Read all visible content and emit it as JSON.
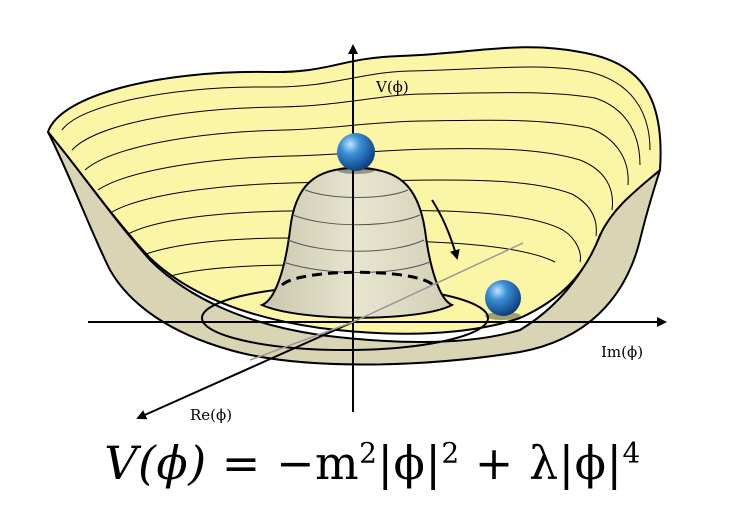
{
  "labels": {
    "v_axis": "V(ϕ)",
    "im_axis": "Im(ϕ)",
    "re_axis": "Re(ϕ)"
  },
  "formula": {
    "lhs": "V(ϕ)",
    "eq": " = −m",
    "exp1": "2",
    "mid": "|ϕ|",
    "exp2": "2",
    "plus": " + λ|ϕ|",
    "exp3": "4"
  },
  "colors": {
    "surface_fill": "#fbf5a6",
    "bump_fill": "#dedbc2",
    "rim_outer": "#d7d2b1",
    "ball": "#1d6ab1"
  },
  "icons": [
    "ball-icon",
    "arrow-icon"
  ]
}
